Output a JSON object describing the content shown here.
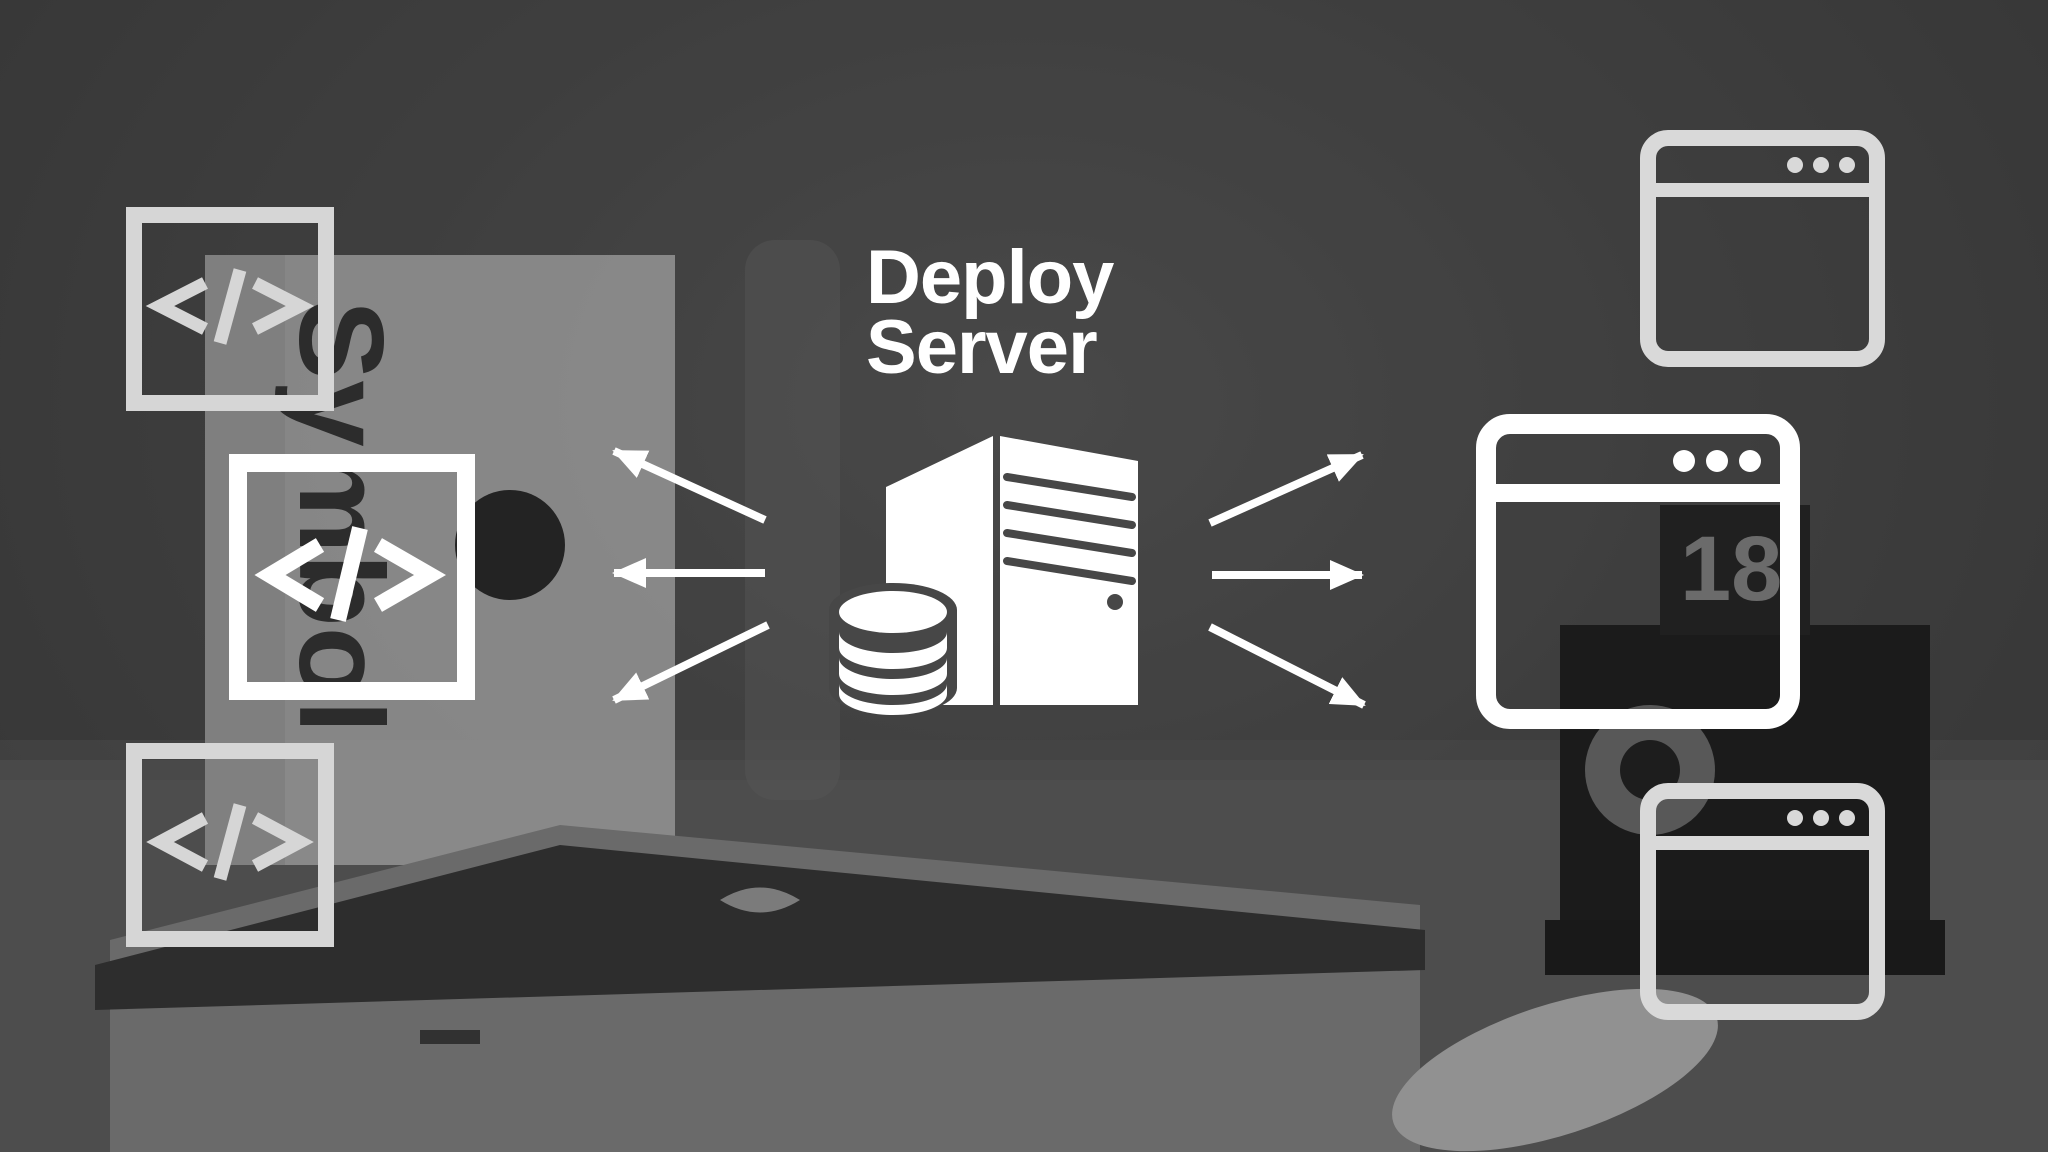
{
  "diagram": {
    "title_line1": "Deploy",
    "title_line2": "Server"
  },
  "background": {
    "photo_text": "Symbol",
    "tag_number": "18"
  },
  "nodes": {
    "source_files": [
      {
        "id": "source-code-top",
        "icon": "code-brackets-icon",
        "label": "</>"
      },
      {
        "id": "source-code-middle",
        "icon": "code-brackets-icon",
        "label": "</>"
      },
      {
        "id": "source-code-bottom",
        "icon": "code-brackets-icon",
        "label": "</>"
      }
    ],
    "server": {
      "icon": "server-tower-icon",
      "database_icon": "database-icon"
    },
    "targets": [
      {
        "id": "browser-window-top",
        "icon": "browser-window-icon"
      },
      {
        "id": "browser-window-middle",
        "icon": "browser-window-icon"
      },
      {
        "id": "browser-window-bottom",
        "icon": "browser-window-icon"
      }
    ]
  },
  "edges": [
    {
      "from": "deploy-server",
      "to": "source-code-top"
    },
    {
      "from": "deploy-server",
      "to": "source-code-middle"
    },
    {
      "from": "deploy-server",
      "to": "source-code-bottom"
    },
    {
      "from": "deploy-server",
      "to": "browser-window-top"
    },
    {
      "from": "deploy-server",
      "to": "browser-window-middle"
    },
    {
      "from": "deploy-server",
      "to": "browser-window-bottom"
    }
  ],
  "colors": {
    "foreground": "#ffffff",
    "faded_foreground": "#d9d9d9",
    "background": "#474747"
  }
}
